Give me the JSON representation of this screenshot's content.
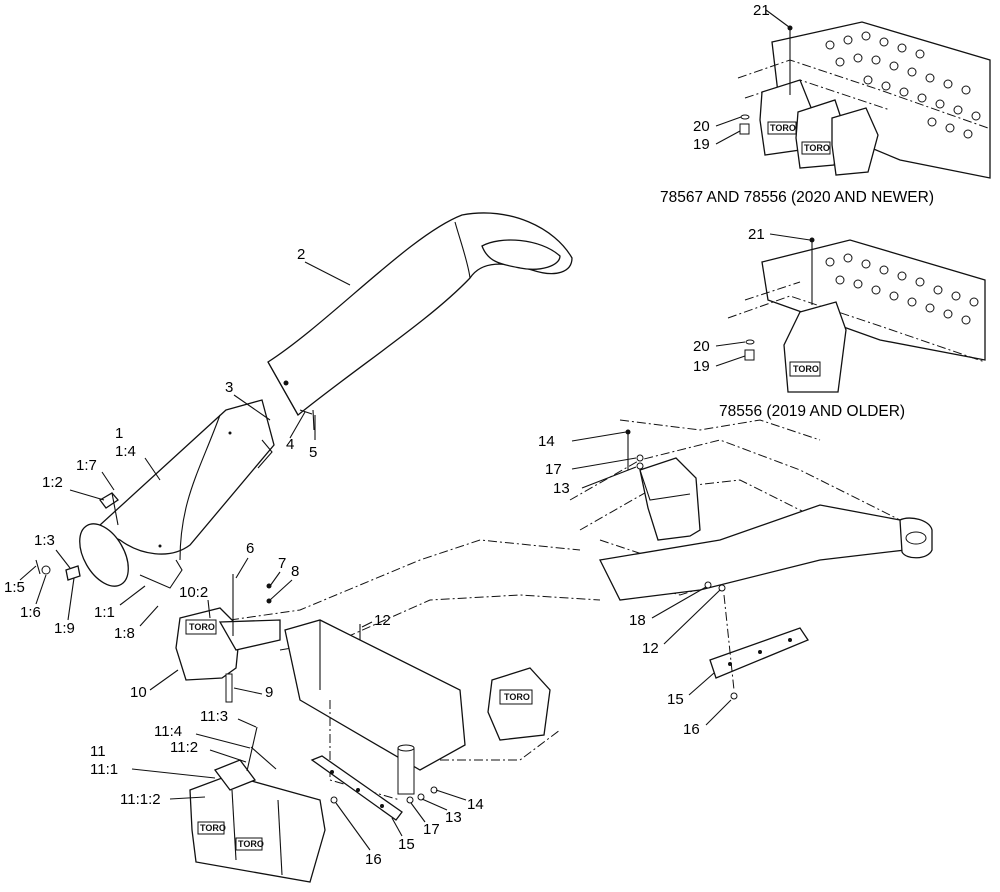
{
  "captions": {
    "newer": "78567 AND 78556 (2020 AND NEWER)",
    "older": "78556 (2019 AND OLDER)"
  },
  "brand_logo": "TORO",
  "labels": {
    "p1": "1",
    "p1_4": "1:4",
    "p1_7": "1:7",
    "p1_2": "1:2",
    "p1_3": "1:3",
    "p1_5": "1:5",
    "p1_6": "1:6",
    "p1_9": "1:9",
    "p1_1": "1:1",
    "p1_8": "1:8",
    "p2": "2",
    "p3": "3",
    "p4": "4",
    "p5": "5",
    "p6": "6",
    "p7": "7",
    "p8": "8",
    "p9": "9",
    "p10": "10",
    "p10_2": "10:2",
    "p11": "11",
    "p11_1": "11:1",
    "p11_1_2": "11:1:2",
    "p11_2": "11:2",
    "p11_3": "11:3",
    "p11_4": "11:4",
    "p12_a": "12",
    "p12_b": "12",
    "p13_a": "13",
    "p13_b": "13",
    "p14_a": "14",
    "p14_b": "14",
    "p15_a": "15",
    "p15_b": "15",
    "p16_a": "16",
    "p16_b": "16",
    "p17_a": "17",
    "p17_b": "17",
    "p18": "18",
    "p19_a": "19",
    "p19_b": "19",
    "p20_a": "20",
    "p20_b": "20",
    "p21_a": "21",
    "p21_b": "21"
  }
}
